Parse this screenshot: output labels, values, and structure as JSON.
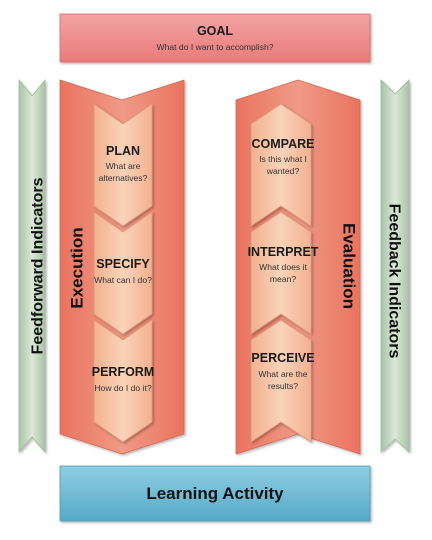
{
  "colors": {
    "goal_fill": "#ee8282",
    "column_fill": "#ec8270",
    "step_fill": "#f6c2a2",
    "side_fill": "#c6d9c4",
    "learning_fill": "#6fbbd4"
  },
  "goal": {
    "title": "GOAL",
    "subtitle": "What do I want to accomplish?"
  },
  "feedforward": {
    "label": "Feedforward Indicators"
  },
  "feedback": {
    "label": "Feedback Indicators"
  },
  "execution": {
    "label": "Execution",
    "steps": [
      {
        "title": "PLAN",
        "lines": [
          "What are",
          "alternatives?"
        ]
      },
      {
        "title": "SPECIFY",
        "lines": [
          "What can I do?"
        ]
      },
      {
        "title": "PERFORM",
        "lines": [
          "How do I do it?"
        ]
      }
    ]
  },
  "evaluation": {
    "label": "Evaluation",
    "steps": [
      {
        "title": "COMPARE",
        "lines": [
          "Is this what I",
          "wanted?"
        ]
      },
      {
        "title": "INTERPRET",
        "lines": [
          "What does it",
          "mean?"
        ]
      },
      {
        "title": "PERCEIVE",
        "lines": [
          "What are the",
          "results?"
        ]
      }
    ]
  },
  "learning": {
    "label": "Learning Activity"
  }
}
